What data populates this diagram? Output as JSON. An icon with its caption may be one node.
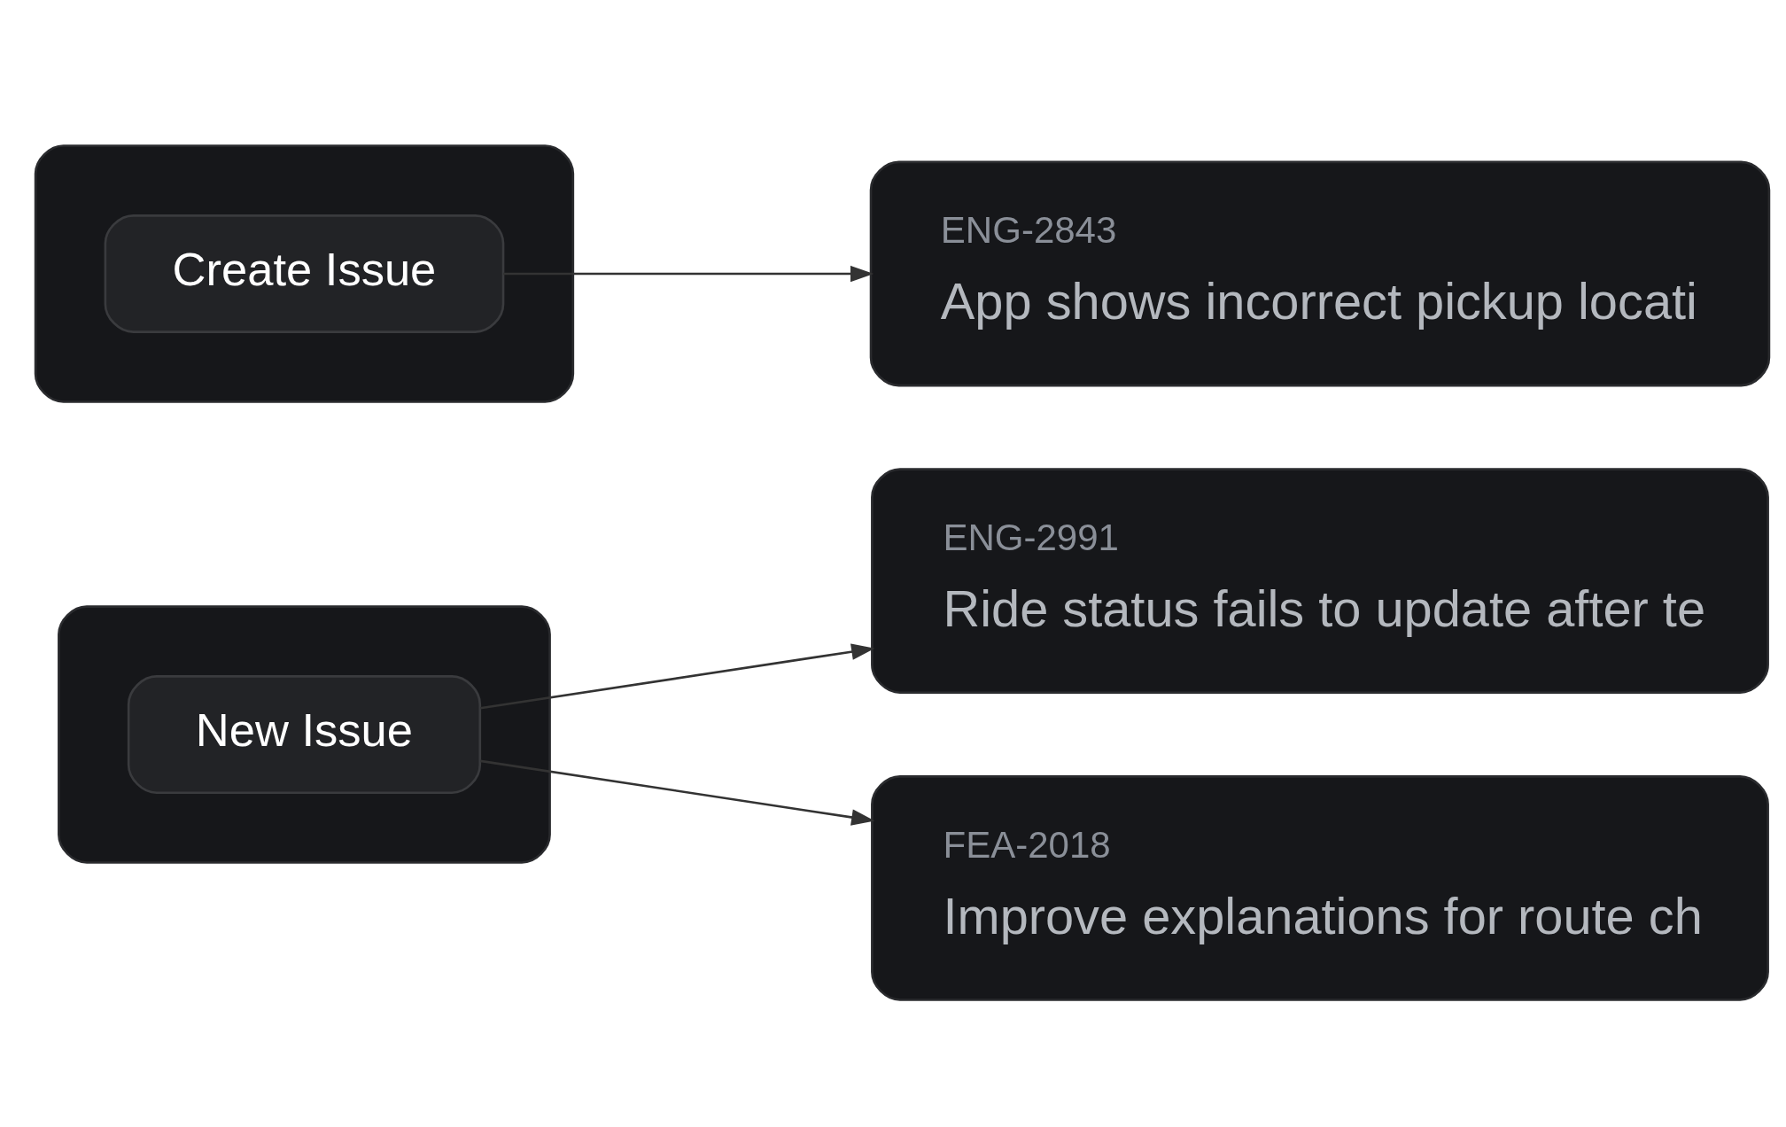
{
  "diagram": {
    "nodes": [
      {
        "text": [],
        "shape": "box"
      },
      {
        "text": [
          "New Issue"
        ],
        "in": 0
      },
      {
        "text": [],
        "shape": "box"
      },
      {
        "text": [
          "Create Issue"
        ],
        "in": 2
      },
      {
        "text": [
          "ENG-2991",
          "Ride status fails to update after te"
        ]
      },
      {
        "text": [
          "ENG-2843",
          "App shows incorrect pickup locati"
        ]
      },
      {
        "text": [
          "FEA-2018",
          "Improve explanations for route ch"
        ]
      }
    ],
    "edges": [
      {
        "from": 1,
        "to": 4,
        "arrow": "to"
      },
      {
        "from": 1,
        "to": 6,
        "arrow": "to"
      },
      {
        "from": 3,
        "to": 5,
        "arrow": "to"
      }
    ]
  }
}
